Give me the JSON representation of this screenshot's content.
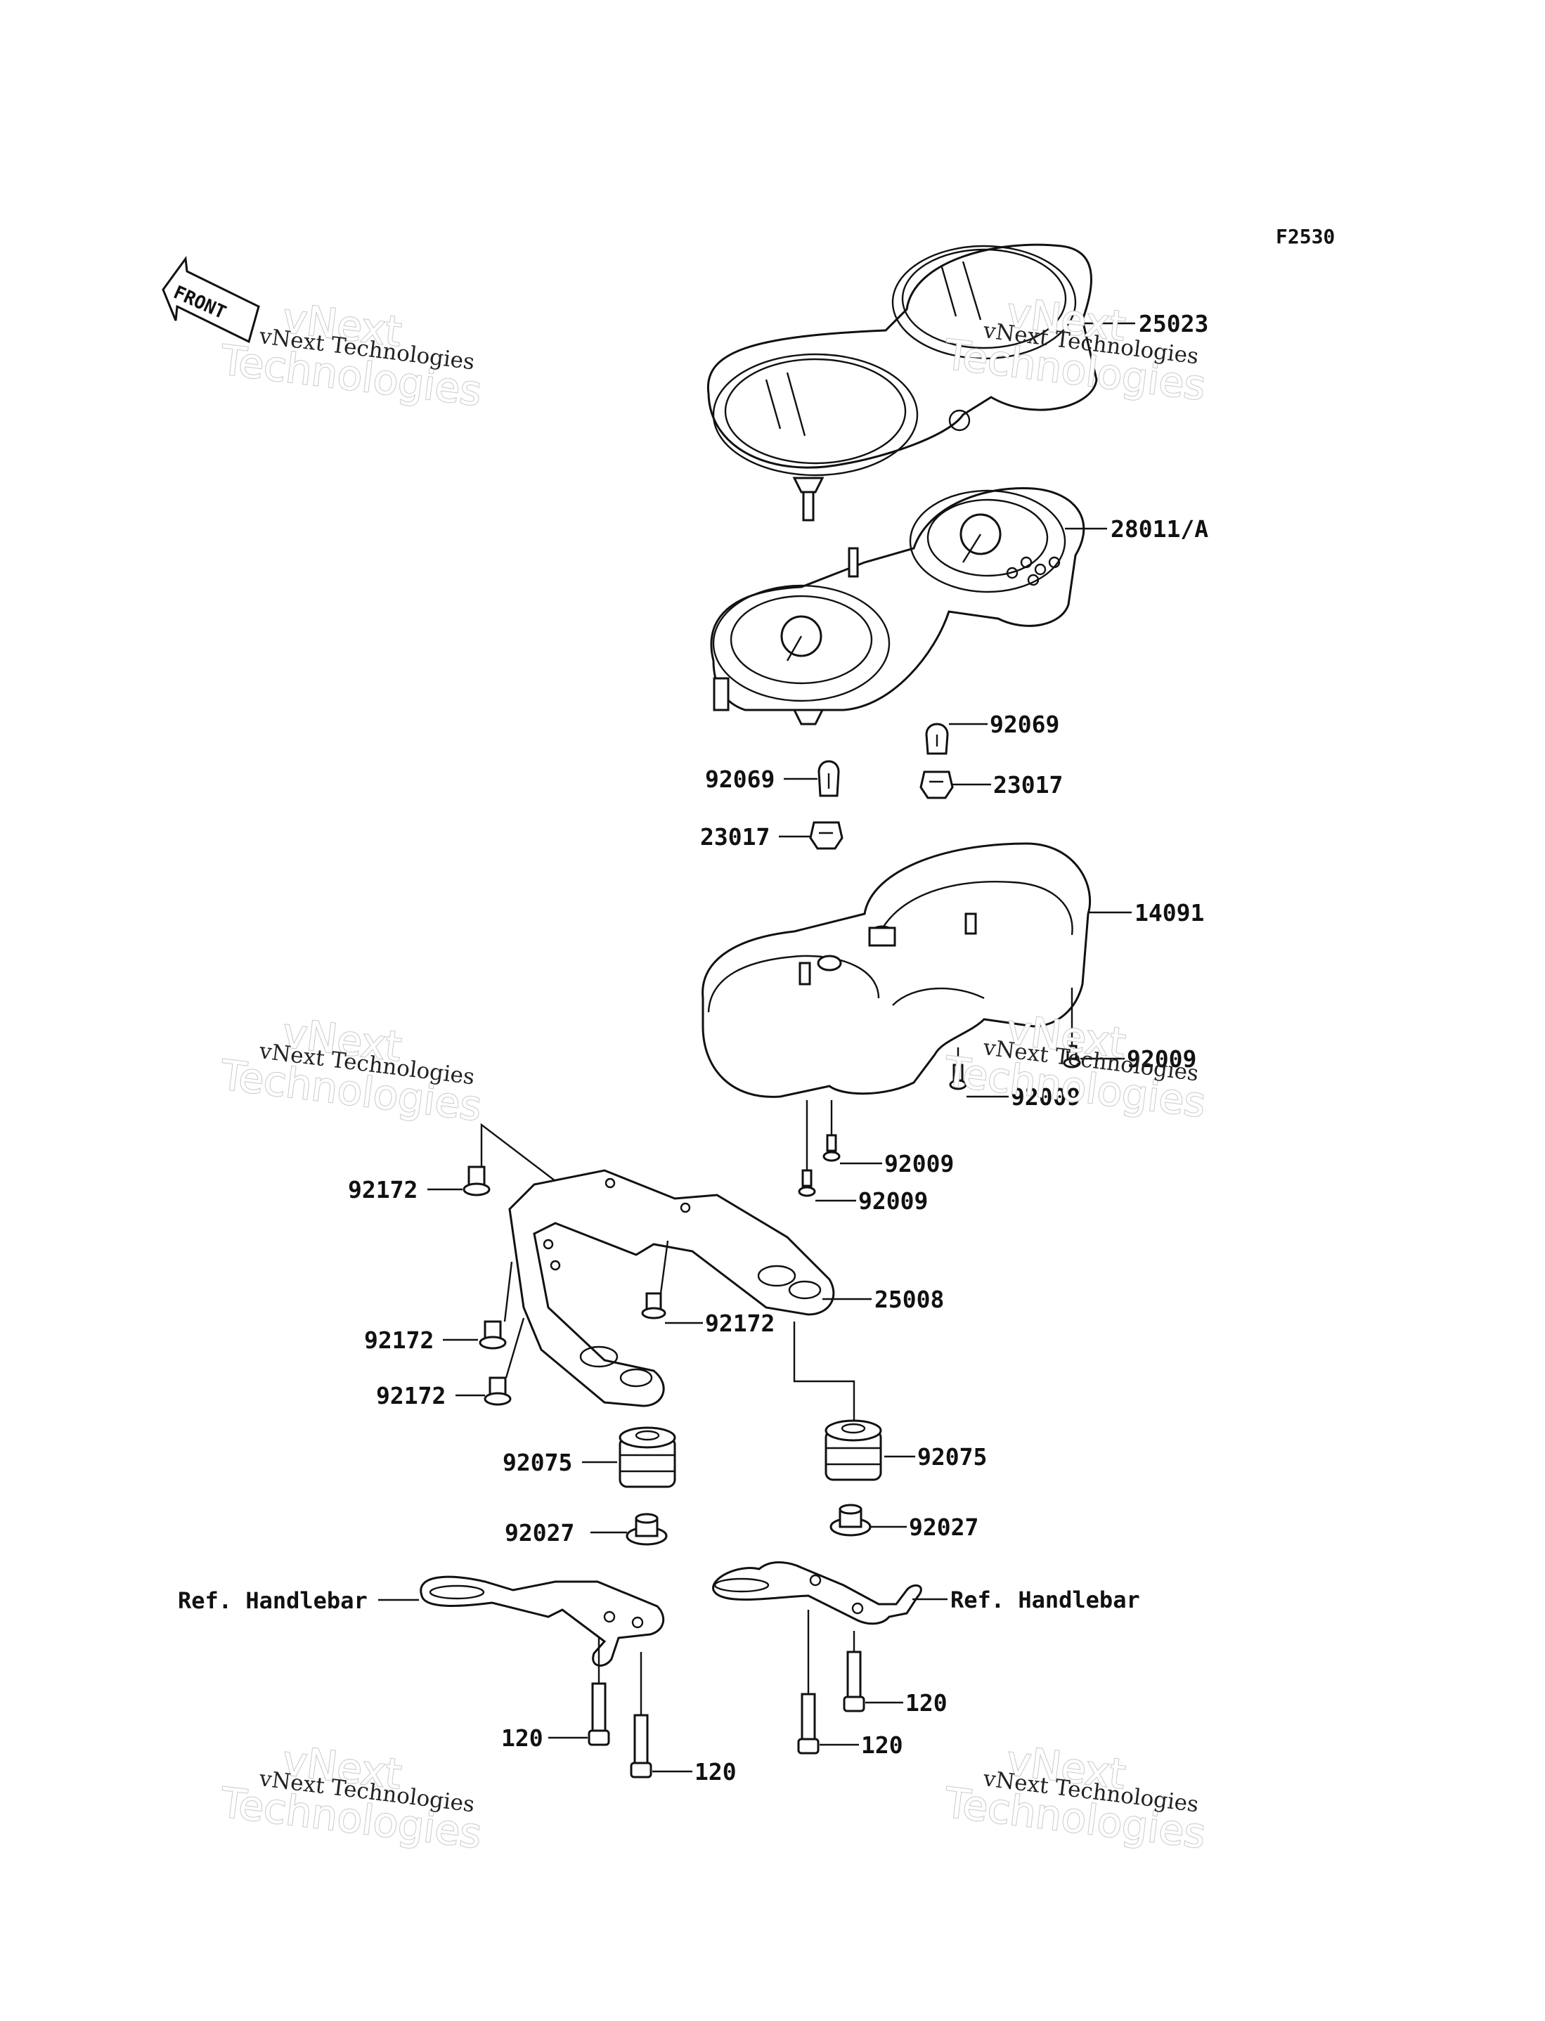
{
  "figure_code": "F2530",
  "front_arrow": "FRONT",
  "watermark": {
    "line1": "vNext Technologies",
    "line2": "vNext",
    "line3": "Technologies"
  },
  "part_labels": {
    "meter_cover": "25023",
    "meter_assy": "28011/A",
    "bulb_right": "92069",
    "socket_right": "23017",
    "bulb_left": "92069",
    "socket_left": "23017",
    "meter_case": "14091",
    "screw_case_right": "92009",
    "screw_case_mid": "92009",
    "screw_case_front_upper": "92009",
    "screw_case_front_lower": "92009",
    "bracket": "25008",
    "bolt_top_left": "92172",
    "bolt_mid_left": "92172",
    "bolt_lower_left": "92172",
    "bolt_center": "92172",
    "damper_left": "92075",
    "damper_right": "92075",
    "collar_left": "92027",
    "collar_right": "92027",
    "ref_left": "Ref. Handlebar",
    "ref_right": "Ref. Handlebar",
    "bolt_120_a": "120",
    "bolt_120_b": "120",
    "bolt_120_c": "120",
    "bolt_120_d": "120"
  }
}
